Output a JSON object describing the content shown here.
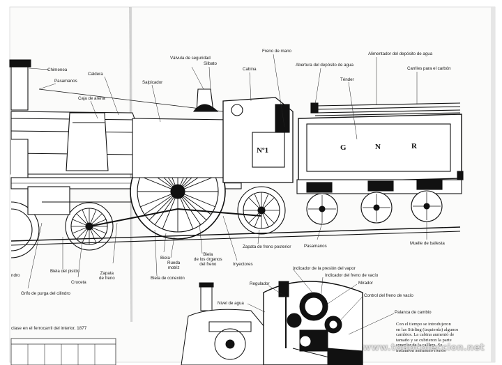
{
  "page": {
    "side_caption": "clase en el ferrocarril del interior, 1877",
    "watermark": "www.todocoleccion.net",
    "side_paragraph": [
      "Con el tiempo se introdujeron",
      "en las Stirling (izquierda) algunos",
      "cambios. La cabina aumentó de",
      "tamaño y se cubrieron la parte",
      "superior de la caldera. Se",
      "instalaron asimismo frenos"
    ]
  },
  "locomotive": {
    "tender_lettering": [
      "G",
      "N",
      "R"
    ],
    "cab_number": "Nº1",
    "labels": {
      "chimenea": "Chimenea",
      "pasamanos": "Pasamanos",
      "caldera": "Caldera",
      "caja_arena": "Caja de arena",
      "salpicador": "Salpicador",
      "valvula": "Válvula de seguridad",
      "silbato": "Silbato",
      "cabina": "Cabina",
      "freno_mano": "Freno de mano",
      "abertura": "Abertura del depósito de agua",
      "alimentador": "Alimentador del depósito de agua",
      "carriles": "Carriles para el carbón",
      "tender": "Ténder",
      "zapata_posterior": "Zapata de freno posterior",
      "pasamanos2": "Pasamanos",
      "muelle": "Muelle de ballesta",
      "inyectores": "Inyectores",
      "biela_organos": [
        "Biela",
        "de los órganos",
        "del freno"
      ],
      "rueda_motriz": [
        "Rueda",
        "motriz"
      ],
      "biela": "Biela",
      "biela_conexion": "Biela de conexión",
      "zapata_freno": [
        "Zapata",
        "de freno"
      ],
      "cruceta": "Cruceta",
      "biela_piston": "Biela del pistón",
      "grifo": "Grifo de purga del cilindro",
      "cilindro": "ndro"
    }
  },
  "cab_view": {
    "labels": {
      "indicador_presion": "Indicador de la presión del vapor",
      "regulador": "Regulador",
      "indicador_vacio": "Indicador del freno de vacío",
      "mirador": "Mirador",
      "nivel_agua": "Nivel de agua",
      "control_vacio": "Control del freno de vacío",
      "palanca": "Palanca de cambio"
    }
  }
}
